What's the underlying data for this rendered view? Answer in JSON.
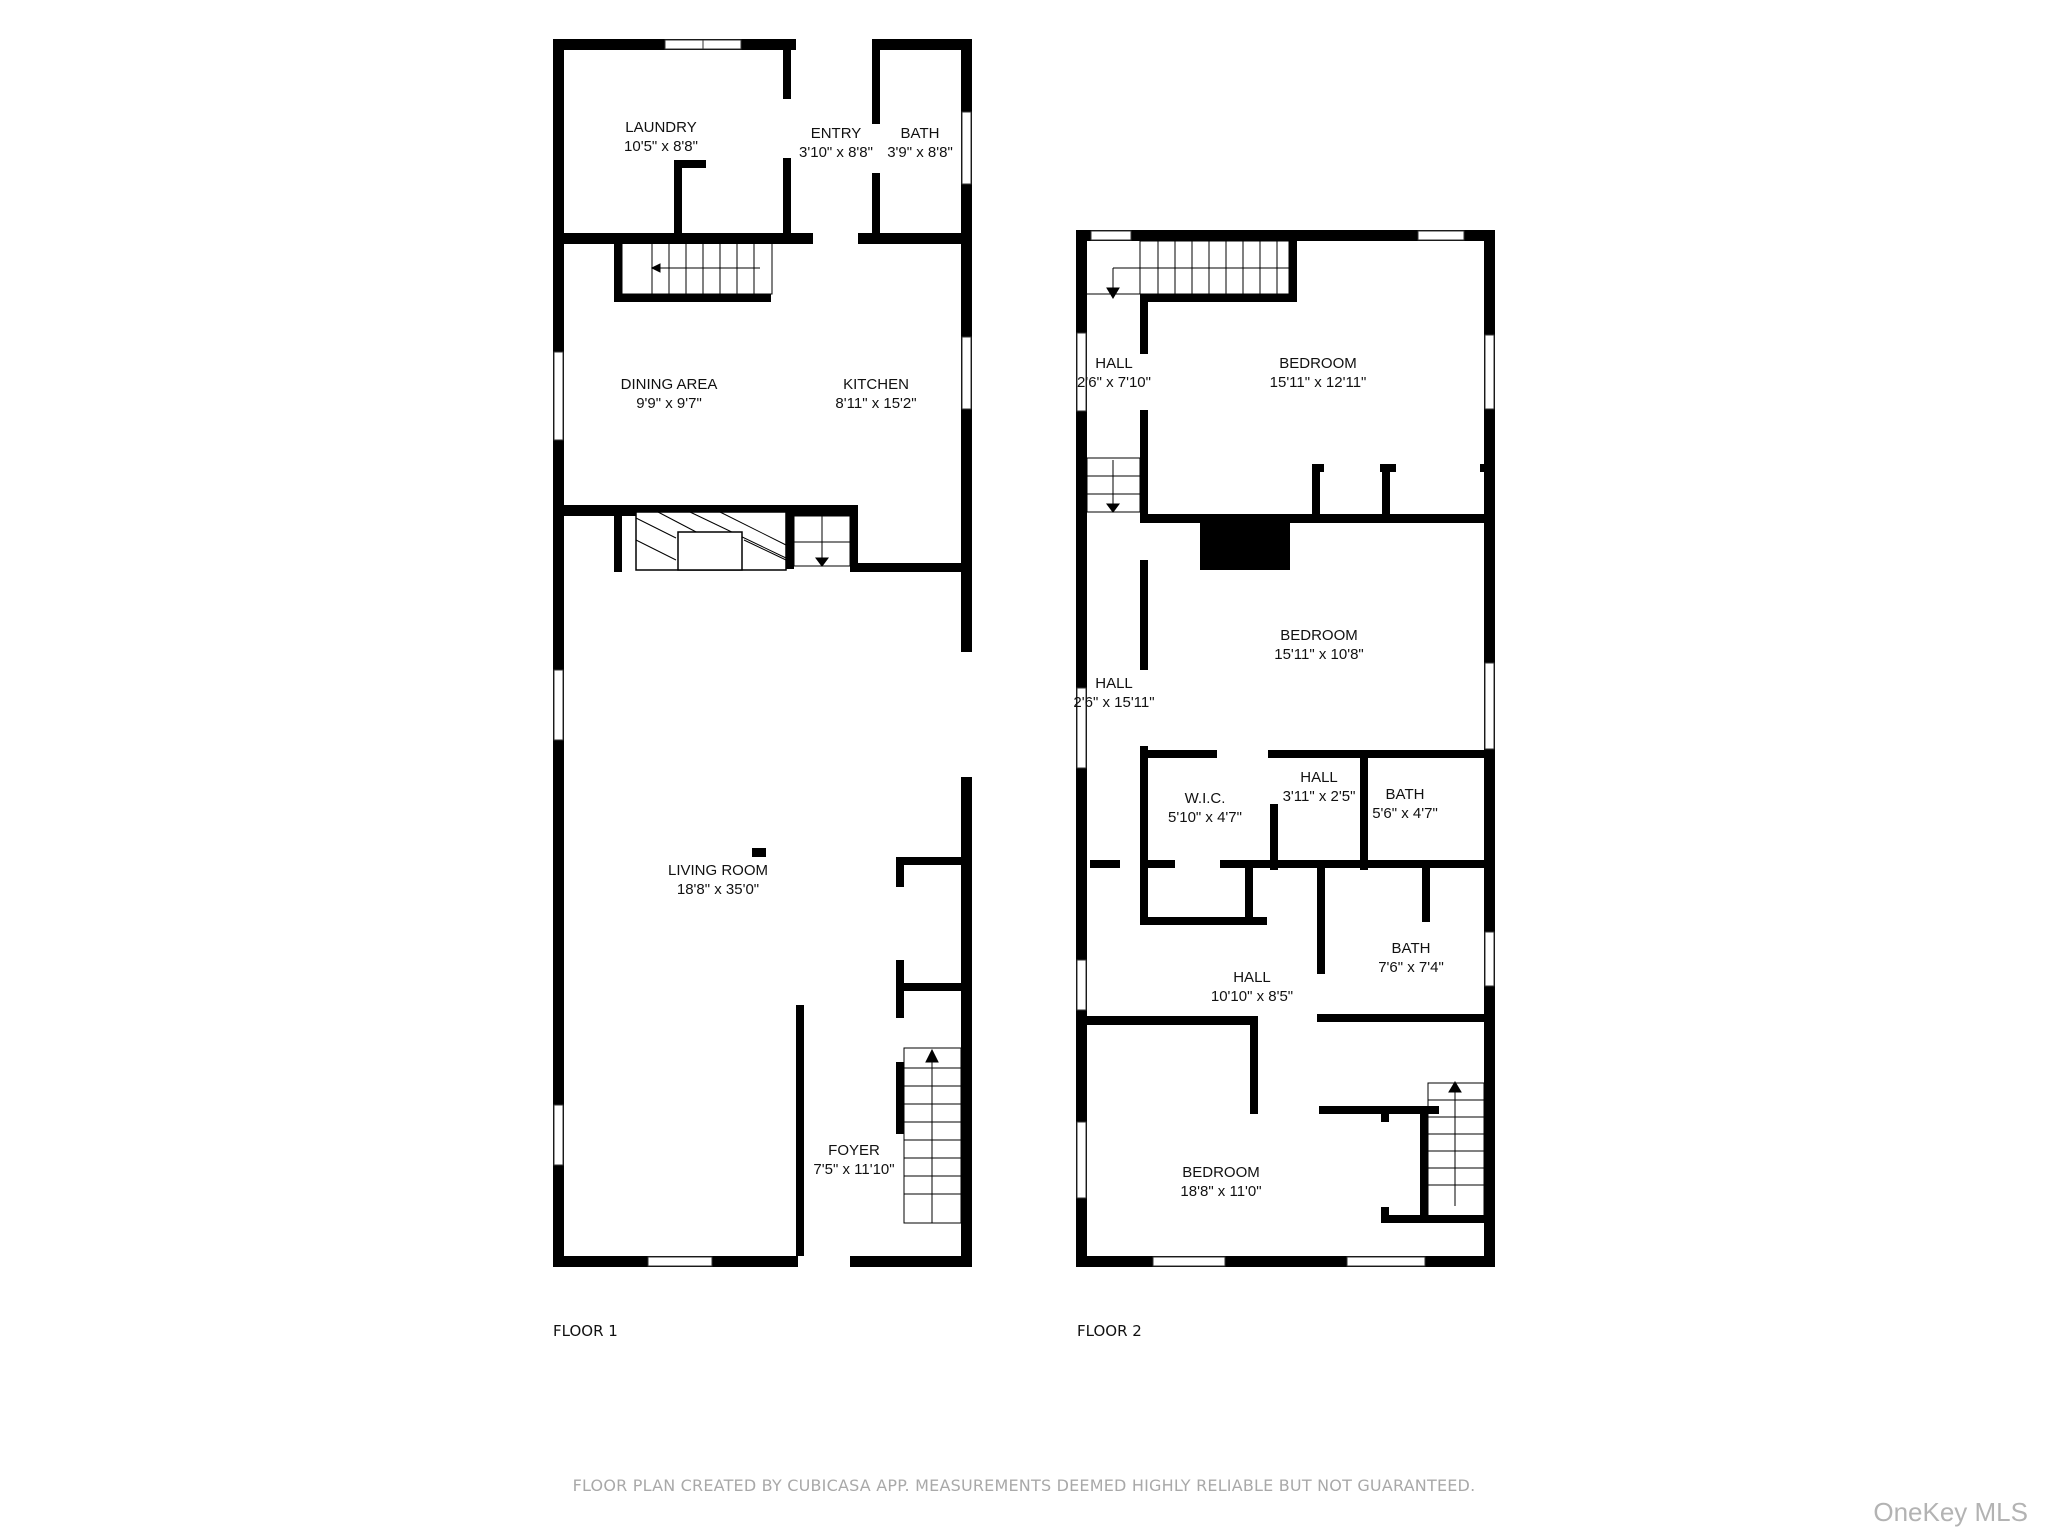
{
  "floors": [
    {
      "label": "FLOOR 1",
      "rooms": [
        {
          "name": "LAUNDRY",
          "dims": "10'5\" x 8'8\""
        },
        {
          "name": "ENTRY",
          "dims": "3'10\" x 8'8\""
        },
        {
          "name": "BATH",
          "dims": "3'9\" x 8'8\""
        },
        {
          "name": "DINING AREA",
          "dims": "9'9\" x 9'7\""
        },
        {
          "name": "KITCHEN",
          "dims": "8'11\" x 15'2\""
        },
        {
          "name": "LIVING ROOM",
          "dims": "18'8\" x 35'0\""
        },
        {
          "name": "FOYER",
          "dims": "7'5\" x 11'10\""
        }
      ]
    },
    {
      "label": "FLOOR 2",
      "rooms": [
        {
          "name": "HALL",
          "dims": "2'6\" x 7'10\""
        },
        {
          "name": "BEDROOM",
          "dims": "15'11\" x 12'11\""
        },
        {
          "name": "BEDROOM",
          "dims": "15'11\" x 10'8\""
        },
        {
          "name": "HALL",
          "dims": "2'6\" x 15'11\""
        },
        {
          "name": "W.I.C.",
          "dims": "5'10\" x 4'7\""
        },
        {
          "name": "HALL",
          "dims": "3'11\" x 2'5\""
        },
        {
          "name": "BATH",
          "dims": "5'6\" x 4'7\""
        },
        {
          "name": "HALL",
          "dims": "10'10\" x 8'5\""
        },
        {
          "name": "BATH",
          "dims": "7'6\" x 7'4\""
        },
        {
          "name": "BEDROOM",
          "dims": "18'8\" x 11'0\""
        }
      ]
    }
  ],
  "footer": {
    "disclaimer": "FLOOR PLAN CREATED BY CUBICASA APP. MEASUREMENTS DEEMED HIGHLY RELIABLE BUT NOT GUARANTEED.",
    "watermark": "OneKey MLS"
  },
  "colors": {
    "wall": "#000000",
    "background": "#ffffff",
    "disclaimer_text": "#a9a9a9",
    "watermark_text": "#b3b3b3"
  }
}
